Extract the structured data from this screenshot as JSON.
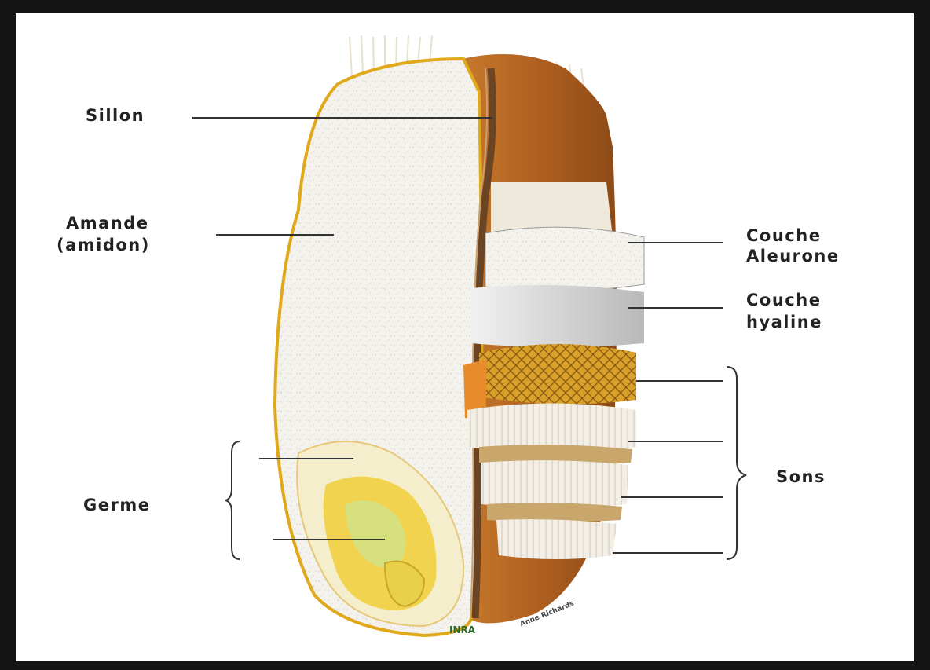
{
  "labels": {
    "sillon": "Sillon",
    "amande_line1": "Amande",
    "amande_line2": "(amidon)",
    "germe": "Germe",
    "couche_aleurone_line1": "Couche",
    "couche_aleurone_line2": "Aleurone",
    "couche_hyaline_line1": "Couche",
    "couche_hyaline_line2": "hyaline",
    "sons": "Sons"
  },
  "credit": {
    "logo": "INRA",
    "author": "Anne Richards"
  },
  "colors": {
    "border": "#141414",
    "background": "#ffffff",
    "endosperm": "#f3f0ea",
    "husk_outline": "#e0a91c",
    "bran_brown": "#b5651d",
    "groove_dark": "#6b4423",
    "aleurone": "#e8e6e0",
    "hyaline": "#d6d6d6",
    "net_layer": "#d79a22",
    "germ_yellow": "#f2d34f",
    "leader_line": "#333333"
  }
}
